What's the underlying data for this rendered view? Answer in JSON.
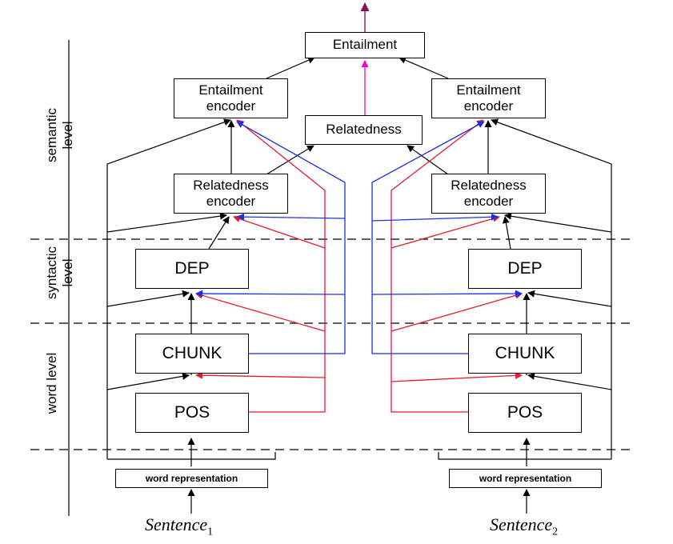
{
  "levels": {
    "semantic": "semantic\nlevel",
    "syntactic": "syntactic\nlevel",
    "word": "word level"
  },
  "boxes": {
    "entailment": "Entailment",
    "relatedness": "Relatedness",
    "entailment_encoder": "Entailment\nencoder",
    "relatedness_encoder": "Relatedness\nencoder",
    "dep": "DEP",
    "chunk": "CHUNK",
    "pos": "POS",
    "word_representation": "word representation"
  },
  "sentences": [
    {
      "base": "Sentence",
      "sub": "1"
    },
    {
      "base": "Sentence",
      "sub": "2"
    }
  ],
  "colors": {
    "black": "#000000",
    "red": "#e8192c",
    "blue": "#1f2fe0",
    "magenta": "#ee00cc",
    "dark_magenta": "#8a0a5a"
  }
}
